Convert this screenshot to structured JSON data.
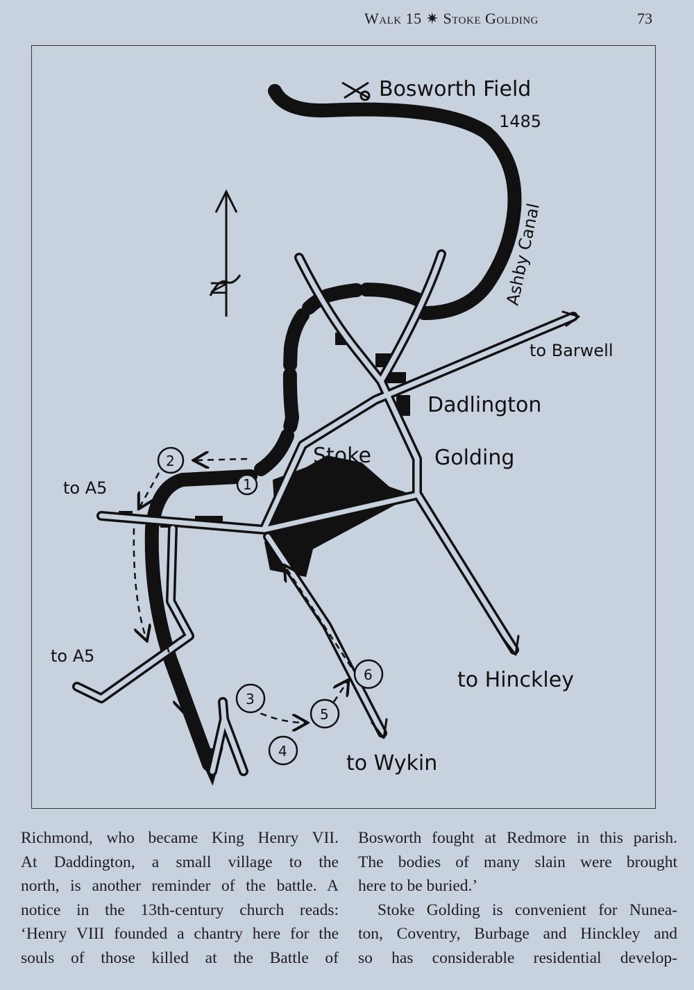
{
  "header": {
    "running_head": "Walk 15 ✷ Stoke Golding",
    "page_number": "73"
  },
  "map": {
    "labels": {
      "bosworth": "Bosworth Field",
      "year": "1485",
      "canal": "Ashby Canal",
      "barwell": "to Barwell",
      "dadlington": "Dadlington",
      "stoke": "Stoke",
      "golding": "Golding",
      "a5_top": "to A5",
      "a5_bottom": "to A5",
      "hinckley": "to Hinckley",
      "wykin": "to Wykin",
      "north": "N"
    },
    "waypoints": [
      "1",
      "2",
      "3",
      "4",
      "5",
      "6"
    ]
  },
  "text": {
    "left": [
      "Richmond, who became King Henry VII.",
      "At Daddington, a small village to the",
      "north, is another reminder of the battle. A",
      "notice in the 13th-century church reads:",
      "‘Henry VIII founded a chantry here for the",
      "souls of those killed at the Battle of"
    ],
    "right": [
      "Bosworth fought at Redmore in this parish.",
      "The bodies of many slain were brought",
      "here to be buried.’",
      "Stoke Golding is convenient for Nunea-",
      "ton, Coventry, Burbage and Hinckley and",
      "so has considerable residential develop-"
    ]
  }
}
